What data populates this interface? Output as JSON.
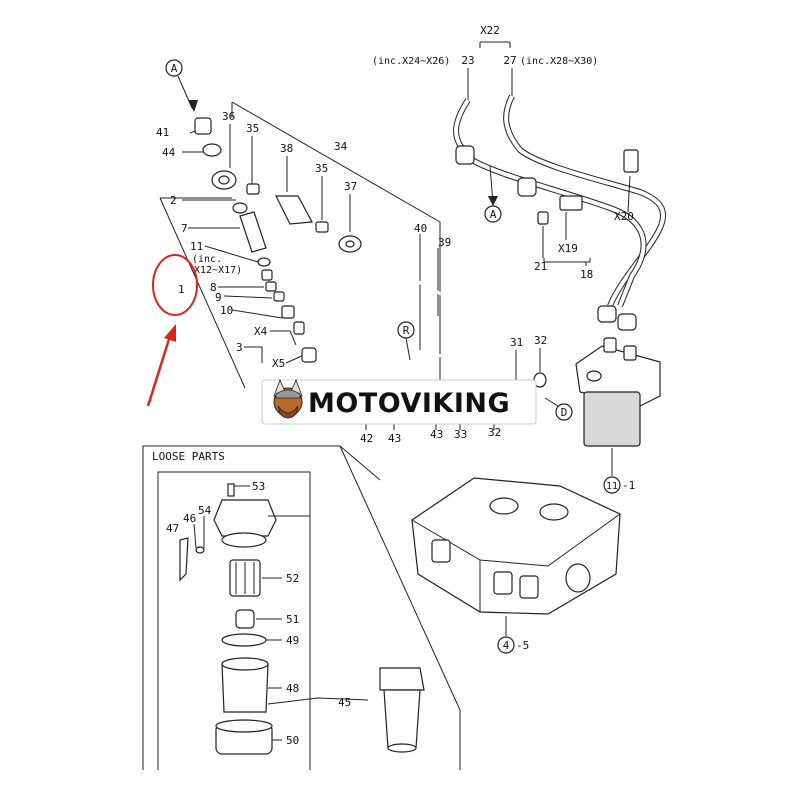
{
  "labels": {
    "x22": "X22",
    "inc_x24": "(inc.X24~X26)",
    "p23": "23",
    "p27": "27",
    "inc_x28": "(inc.X28~X30)",
    "callout_a_top": "A",
    "p41": "41",
    "p44": "44",
    "p36": "36",
    "p35a": "35",
    "p38": "38",
    "p34": "34",
    "p35b": "35",
    "p37": "37",
    "p2": "2",
    "p7": "7",
    "p11": "11",
    "inc_x12": "(inc.",
    "inc_x12b": "X12~X17)",
    "p1": "1",
    "p8": "8",
    "p9": "9",
    "p10": "10",
    "x4": "X4",
    "p3": "3",
    "x5": "X5",
    "p40": "40",
    "p39": "39",
    "callout_r": "R",
    "callout_a_mid": "A",
    "x20": "X20",
    "x19": "X19",
    "p21": "21",
    "p18": "18",
    "p31": "31",
    "p32a": "32",
    "callout_d": "D",
    "p42": "42",
    "p43a": "43",
    "p43b": "43",
    "p33": "33",
    "p32b": "32",
    "callout_11": "11",
    "p11_1_suffix": "-1",
    "loose_parts": "LOOSE PARTS",
    "p53": "53",
    "p54": "54",
    "p46": "46",
    "p47": "47",
    "p52": "52",
    "p51": "51",
    "p49": "49",
    "p48": "48",
    "p45": "45",
    "p50": "50",
    "callout_4": "4",
    "p4_5_suffix": "-5"
  },
  "banner": {
    "text": "MOTOVIKING"
  },
  "colors": {
    "annotation_red": "#d9261c",
    "line": "#222222",
    "banner_bg": "#ffffff"
  }
}
